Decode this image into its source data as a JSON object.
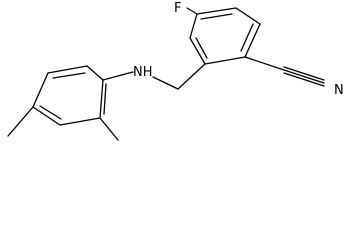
{
  "molecule": {
    "atoms": {
      "fluorine": "F",
      "amine": "NH",
      "nitrile_nitrogen": "N"
    },
    "colors": {
      "bond": "#000000",
      "label": "#000000",
      "background": "#ffffff"
    }
  }
}
